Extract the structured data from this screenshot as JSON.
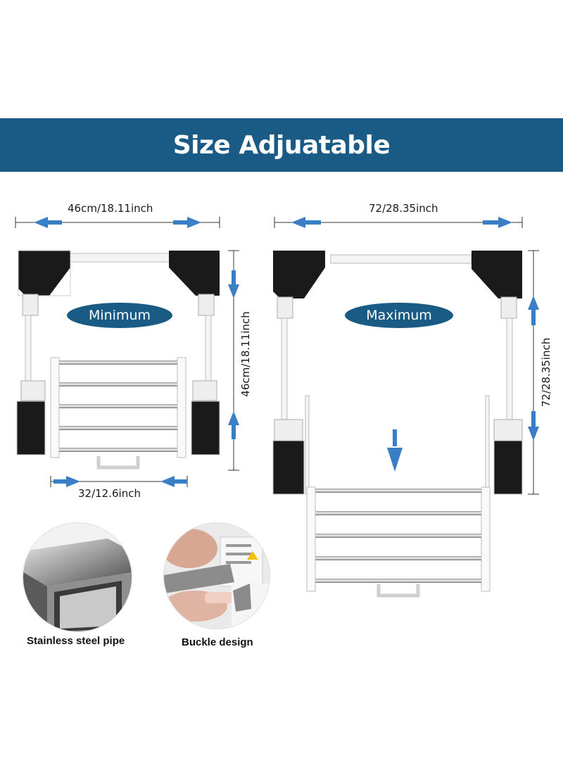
{
  "banner": {
    "title": "Size Adjuatable",
    "bg_color": "#1a5b86"
  },
  "minimum": {
    "width_label": "46cm/18.11inch",
    "height_label": "46cm/18.11inch",
    "bottom_label": "32/12.6inch",
    "badge": "Minimum"
  },
  "maximum": {
    "width_label": "72/28.35inch",
    "height_label": "72/28.35inch",
    "badge": "Maximum"
  },
  "features": [
    {
      "caption": "Stainless steel pipe",
      "icon": "steel-pipe-icon"
    },
    {
      "caption": "Buckle design",
      "icon": "buckle-icon"
    }
  ],
  "colors": {
    "arrow": "#3a7fc6",
    "panel": "#1a1a1a"
  }
}
